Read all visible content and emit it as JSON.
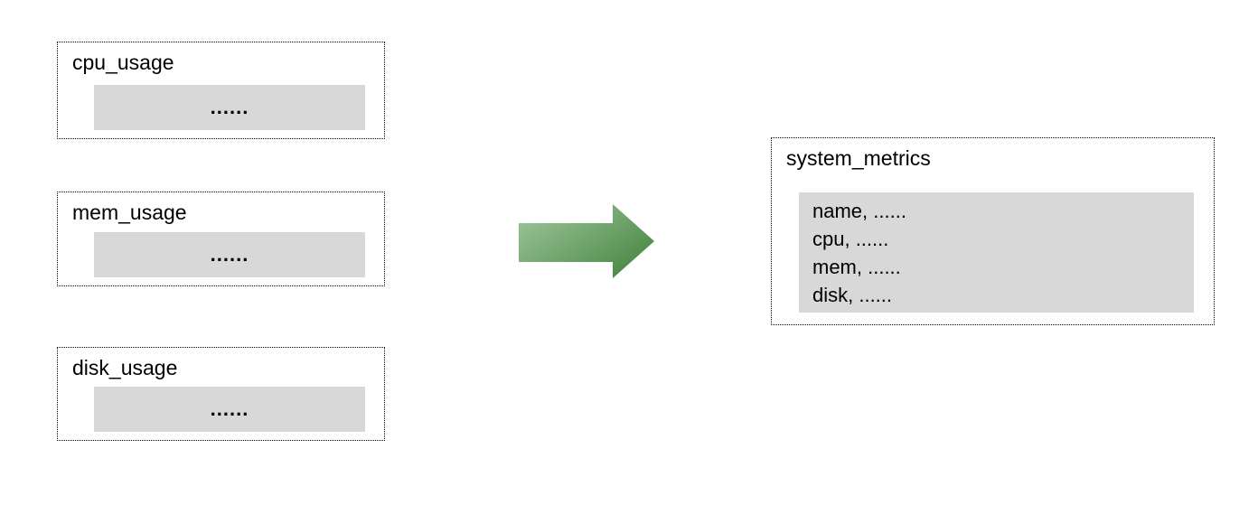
{
  "diagram": {
    "source_boxes": [
      {
        "title": "cpu_usage",
        "content": "......"
      },
      {
        "title": "mem_usage",
        "content": "......"
      },
      {
        "title": "disk_usage",
        "content": "......"
      }
    ],
    "arrow": {
      "icon": "arrow-right",
      "direction": "right",
      "gradient_start": "#a3c9a0",
      "gradient_end": "#4f8c4a"
    },
    "result_box": {
      "title": "system_metrics",
      "rows": [
        "name, ......",
        "cpu, ......",
        "mem, ......",
        "disk, ......"
      ]
    },
    "colors": {
      "bar_fill": "#d8d8d8",
      "border": "#000000",
      "background": "#ffffff"
    }
  }
}
